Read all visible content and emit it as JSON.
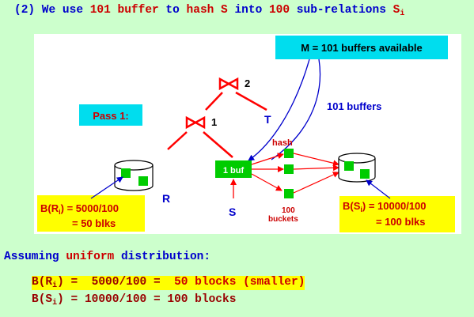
{
  "heading": {
    "prefix": "(2) We use ",
    "n_buffers": "101 buffer",
    "mid": " to ",
    "action": "hash S",
    "into": " into ",
    "count": "100",
    "tail": " sub-relations ",
    "sub_rel": "S",
    "sub_rel_index": "i"
  },
  "diagram": {
    "memory_label": "M = 101 buffers  available",
    "buffers_label": "101 buffers",
    "pass_label": "Pass 1:",
    "join_top_label": "2",
    "join_low_label": "1",
    "relation_t": "T",
    "relation_r": "R",
    "relation_s": "S",
    "one_buf": "1 buf",
    "hash": "hash",
    "buckets_count": "100",
    "buckets_word": "buckets",
    "b_r": {
      "lhs_prefix": "B(R",
      "lhs_index": "i",
      "lhs_suffix": ") = 5000/100",
      "rhs": "= 50 blks"
    },
    "b_s": {
      "lhs_prefix": "B(S",
      "lhs_index": "i",
      "lhs_suffix": ") = 10000/100",
      "rhs": "= 100 blks"
    }
  },
  "assumption": {
    "prefix": "Assuming ",
    "keyword": "uniform",
    "suffix": " distribution:"
  },
  "block_lines": [
    {
      "lhs_prefix": "B(R",
      "lhs_index": "i",
      "lhs_suffix": ") =  ",
      "expr": "5000/100",
      "eq": " =  ",
      "result": "50 blocks (smaller)"
    },
    {
      "lhs_prefix": "B(S",
      "lhs_index": "i",
      "lhs_suffix": ") = ",
      "expr": "10000/100",
      "eq": " = ",
      "result": "100 blocks"
    }
  ],
  "colors": {
    "background": "#ccffcc",
    "highlight_yellow": "#ffff00",
    "callout_cyan": "#00ddee",
    "bucket_green": "#00cc00",
    "arrow_red": "#ff0000",
    "arrow_blue": "#0000cc"
  }
}
